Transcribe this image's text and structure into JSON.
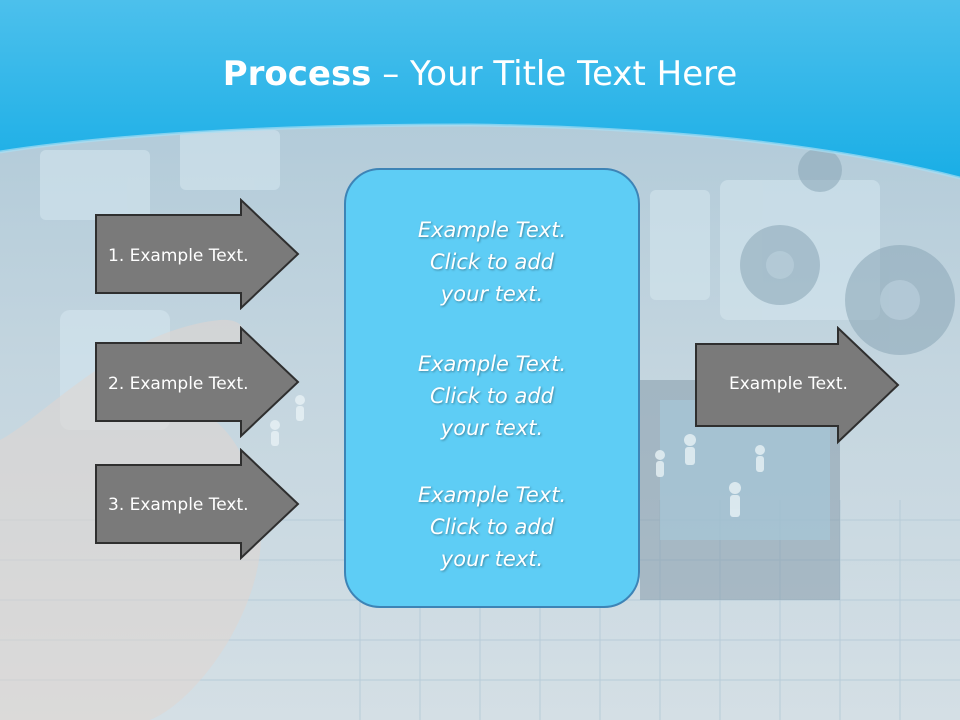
{
  "title": {
    "bold": "Process",
    "rest": " – Your Title Text Here"
  },
  "left_steps": [
    {
      "label": "1. Example Text."
    },
    {
      "label": "2. Example Text."
    },
    {
      "label": "3. Example Text."
    }
  ],
  "center_box": {
    "blocks": [
      {
        "lines": [
          "Example Text.",
          "Click  to add",
          "your text."
        ]
      },
      {
        "lines": [
          "Example Text.",
          "Click  to add",
          "your text."
        ]
      },
      {
        "lines": [
          "Example Text.",
          "Click  to add",
          "your text."
        ]
      }
    ]
  },
  "right_output": {
    "label": "Example Text."
  },
  "colors": {
    "header_blue": "#2eb3e6",
    "center_box_fill": "#5ecdf5",
    "center_box_border": "#3d84b6",
    "arrow_fill": "#7a7a7a",
    "arrow_border": "#2f2f2f"
  }
}
